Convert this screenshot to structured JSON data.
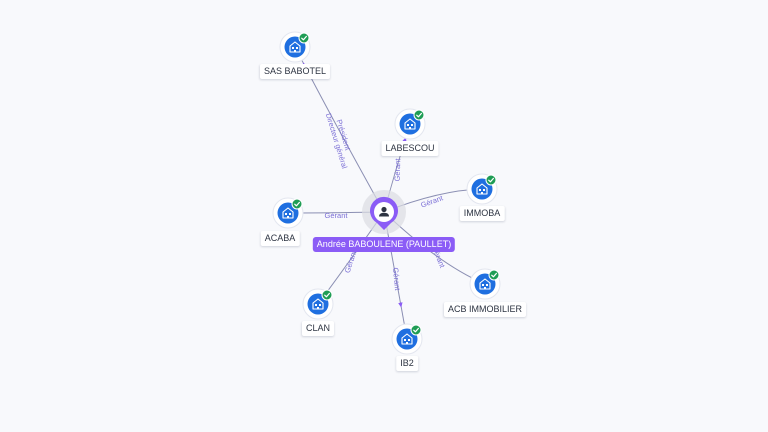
{
  "person": {
    "name": "Andrée BABOULENE (PAULLET)",
    "color": "#8b5cf6"
  },
  "companies": [
    {
      "key": "sas-babotel",
      "name": "SAS BABOTEL",
      "verified": true
    },
    {
      "key": "labescou",
      "name": "LABESCOU",
      "verified": true
    },
    {
      "key": "immoba",
      "name": "IMMOBA",
      "verified": true
    },
    {
      "key": "acaba",
      "name": "ACABA",
      "verified": true
    },
    {
      "key": "acb-immobilier",
      "name": "ACB IMMOBILIER",
      "verified": true
    },
    {
      "key": "clan",
      "name": "CLAN",
      "verified": true
    },
    {
      "key": "ib2",
      "name": "IB2",
      "verified": true
    }
  ],
  "edges": [
    {
      "target": "sas-babotel",
      "roles": [
        "Président",
        "Directeur général"
      ]
    },
    {
      "target": "labescou",
      "roles": [
        "Gérant"
      ]
    },
    {
      "target": "immoba",
      "roles": [
        "Gérant"
      ]
    },
    {
      "target": "acaba",
      "roles": [
        "Gérant"
      ]
    },
    {
      "target": "acb-immobilier",
      "roles": [
        "Gérant"
      ]
    },
    {
      "target": "clan",
      "roles": [
        "Gérant"
      ]
    },
    {
      "target": "ib2",
      "roles": [
        "Gérant"
      ]
    }
  ],
  "icons": {
    "company": "building-icon",
    "verified": "check-badge-icon",
    "person": "person-icon"
  },
  "colors": {
    "company_node": "#1f6fe0",
    "verified_badge": "#1f9d55",
    "edge": "#8b8fb3",
    "edge_label": "#7b6fd6",
    "background": "#f8f9fc"
  }
}
